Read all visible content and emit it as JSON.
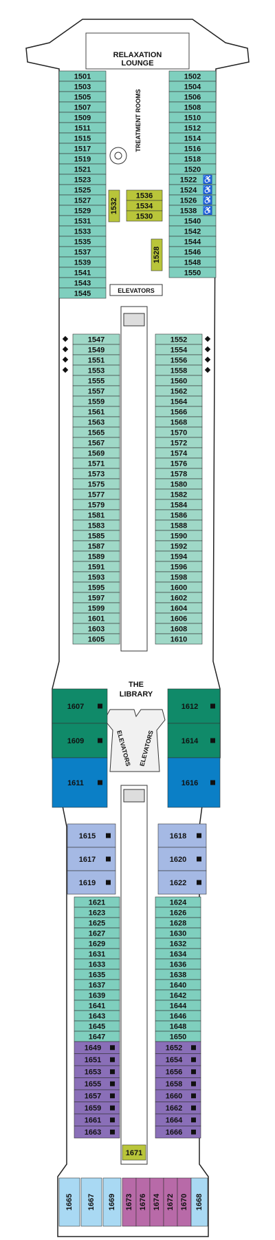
{
  "labels": {
    "relaxation": "RELAXATION",
    "lounge": "LOUNGE",
    "treatment": "TREATMENT ROOMS",
    "elevators_top": "ELEVATORS",
    "the": "THE",
    "library": "LIBRARY",
    "elev_left": "ELEVATORS",
    "elev_right": "ELEVATORS"
  },
  "colors": {
    "green_light": "#9fd8c7",
    "teal": "#7fcfbe",
    "dark_green": "#108a69",
    "blue": "#0b7fc6",
    "periwinkle": "#a5b9e4",
    "purple": "#8a6fb8",
    "light_blue": "#a9d9f3",
    "magenta": "#b86aa8",
    "yellow_green": "#b9c53a"
  },
  "sections": {
    "top_left": [
      "1501",
      "1503",
      "1505",
      "1507",
      "1509",
      "1511",
      "1515",
      "1517",
      "1519",
      "1521",
      "1523",
      "1525",
      "1527",
      "1529",
      "1531",
      "1533",
      "1535",
      "1537",
      "1539",
      "1541",
      "1543",
      "1545"
    ],
    "top_right": [
      "1502",
      "1504",
      "1506",
      "1508",
      "1510",
      "1512",
      "1514",
      "1516",
      "1518",
      "1520",
      "1522",
      "1524",
      "1526",
      "1538",
      "1540",
      "1542",
      "1544",
      "1546",
      "1548",
      "1550"
    ],
    "accessible_cabins": [
      "1522",
      "1524",
      "1526",
      "1538"
    ],
    "spa_block": [
      "1536",
      "1534",
      "1530"
    ],
    "spa_1532": "1532",
    "spa_1528": "1528",
    "mid_left": [
      "1547",
      "1549",
      "1551",
      "1553",
      "1555",
      "1557",
      "1559",
      "1561",
      "1563",
      "1565",
      "1567",
      "1569",
      "1571",
      "1573",
      "1575",
      "1577",
      "1579",
      "1581",
      "1583",
      "1585",
      "1587",
      "1589",
      "1591",
      "1593",
      "1595",
      "1597",
      "1599",
      "1601",
      "1603",
      "1605"
    ],
    "mid_right": [
      "1552",
      "1554",
      "1556",
      "1558",
      "1560",
      "1562",
      "1564",
      "1566",
      "1568",
      "1570",
      "1572",
      "1574",
      "1576",
      "1578",
      "1580",
      "1582",
      "1584",
      "1586",
      "1588",
      "1590",
      "1592",
      "1594",
      "1596",
      "1598",
      "1600",
      "1602",
      "1604",
      "1606",
      "1608",
      "1610"
    ],
    "green_left": [
      "1607",
      "1609"
    ],
    "green_right": [
      "1612",
      "1614"
    ],
    "blue_left": "1611",
    "blue_right": "1616",
    "peri_left": [
      "1615",
      "1617",
      "1619"
    ],
    "peri_right": [
      "1618",
      "1620",
      "1622"
    ],
    "low_left": [
      "1621",
      "1623",
      "1625",
      "1627",
      "1629",
      "1631",
      "1633",
      "1635",
      "1637",
      "1639",
      "1641",
      "1643",
      "1645",
      "1647"
    ],
    "low_right": [
      "1624",
      "1626",
      "1628",
      "1630",
      "1632",
      "1634",
      "1636",
      "1638",
      "1640",
      "1642",
      "1644",
      "1646",
      "1648",
      "1650"
    ],
    "purple_left": [
      "1649",
      "1651",
      "1653",
      "1655",
      "1657",
      "1659",
      "1661",
      "1663"
    ],
    "purple_right": [
      "1652",
      "1654",
      "1656",
      "1658",
      "1660",
      "1662",
      "1664",
      "1666"
    ],
    "center_aft": "1671",
    "aft_left": [
      "1665",
      "1667",
      "1669"
    ],
    "aft_center": [
      "1673",
      "1676",
      "1674",
      "1672",
      "1670"
    ],
    "aft_right": "1668"
  }
}
